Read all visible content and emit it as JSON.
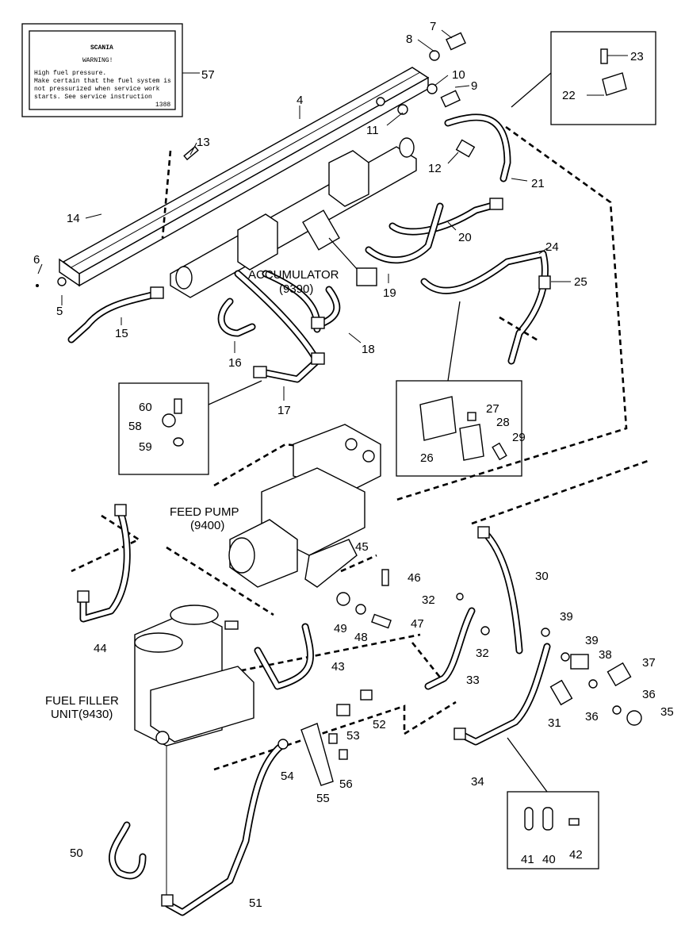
{
  "warning_label": {
    "brand": "SCANIA",
    "title": "WARNING!",
    "lines": [
      "High fuel pressure.",
      "Make certain that the fuel system is",
      "not pressurized when service work",
      "starts. See service instruction"
    ],
    "code": "1388"
  },
  "assembly_labels": {
    "accumulator": "ACCUMULATOR",
    "accumulator_code": "(9390)",
    "feed_pump": "FEED PUMP",
    "feed_pump_code": "(9400)",
    "fuel_filler": "FUEL FILLER",
    "fuel_filler_code": "UNIT(9430)"
  },
  "callouts": [
    "57",
    "4",
    "7",
    "8",
    "9",
    "10",
    "11",
    "12",
    "13",
    "14",
    "6",
    "5",
    "15",
    "16",
    "17",
    "18",
    "19",
    "20",
    "21",
    "22",
    "23",
    "24",
    "25",
    "26",
    "27",
    "28",
    "29",
    "30",
    "31",
    "32",
    "32",
    "33",
    "34",
    "35",
    "36",
    "36",
    "37",
    "38",
    "39",
    "39",
    "40",
    "41",
    "42",
    "43",
    "44",
    "45",
    "46",
    "47",
    "48",
    "49",
    "50",
    "51",
    "52",
    "53",
    "54",
    "55",
    "56",
    "58",
    "59",
    "60"
  ]
}
